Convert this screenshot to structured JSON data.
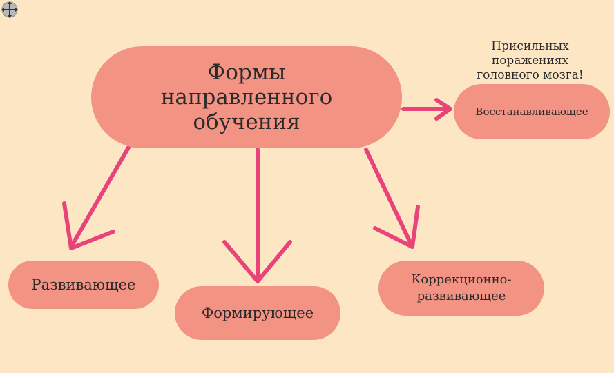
{
  "diagram": {
    "main": "Формы\nнаправленного\nобучения",
    "note": "Присильных\nпоражениях\nголовного мозга!",
    "nodes": {
      "restore": "Восстанавливающее",
      "develop": "Развивающее",
      "form": "Формирующее",
      "correct": "Коррекционно-\nразвивающее"
    },
    "colors": {
      "background": "#fde6c4",
      "node_fill": "#f29384",
      "arrow": "#e8447a"
    }
  }
}
